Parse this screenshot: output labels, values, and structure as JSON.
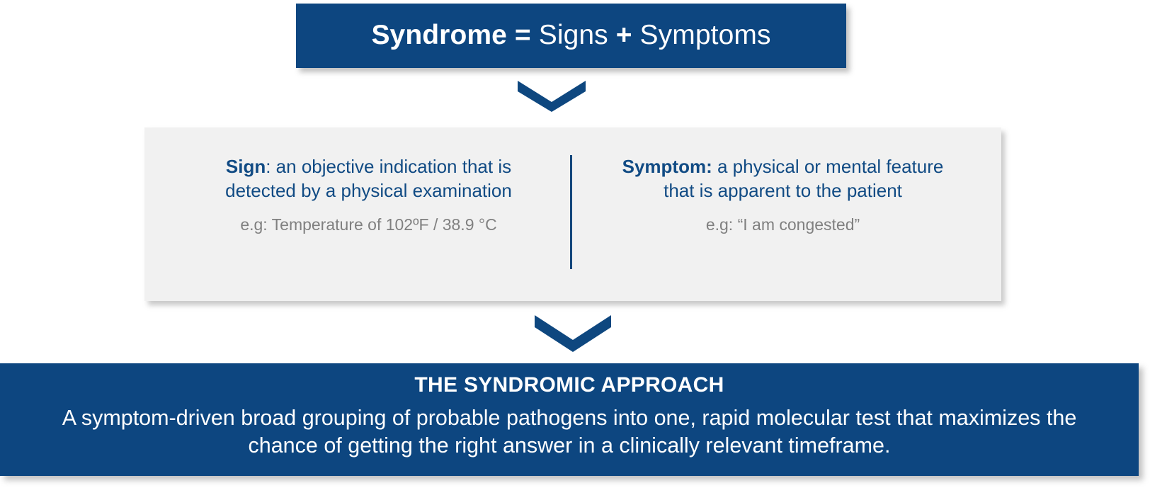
{
  "diagram": {
    "title": "Syndrome = Signs + Symptoms",
    "accent_blue": "#0d4680",
    "panel_gray": "#f1f1f1",
    "text_blue": "#114b84",
    "text_gray": "#808080"
  },
  "top_banner": {
    "word_bold_1": "Syndrome",
    "equals": "=",
    "word_signs": "Signs",
    "plus": "+",
    "word_symptoms": "Symptoms"
  },
  "definitions": [
    {
      "term": "Sign",
      "separator": ":",
      "definition": " an objective indication that is detected by a physical examination",
      "example": "e.g: Temperature of 102ºF / 38.9 °C"
    },
    {
      "term": "Symptom:",
      "separator": "",
      "definition": " a physical or mental feature that is apparent to the patient",
      "example": "e.g: “I am congested”"
    }
  ],
  "bottom_banner": {
    "heading": "THE SYNDROMIC APPROACH",
    "body": "A symptom-driven broad grouping of probable pathogens into one, rapid molecular test that maximizes the chance of getting the right answer in a clinically relevant timeframe."
  },
  "arrows": {
    "top_chevron_name": "chevron-down",
    "bottom_chevron_name": "chevron-down"
  }
}
